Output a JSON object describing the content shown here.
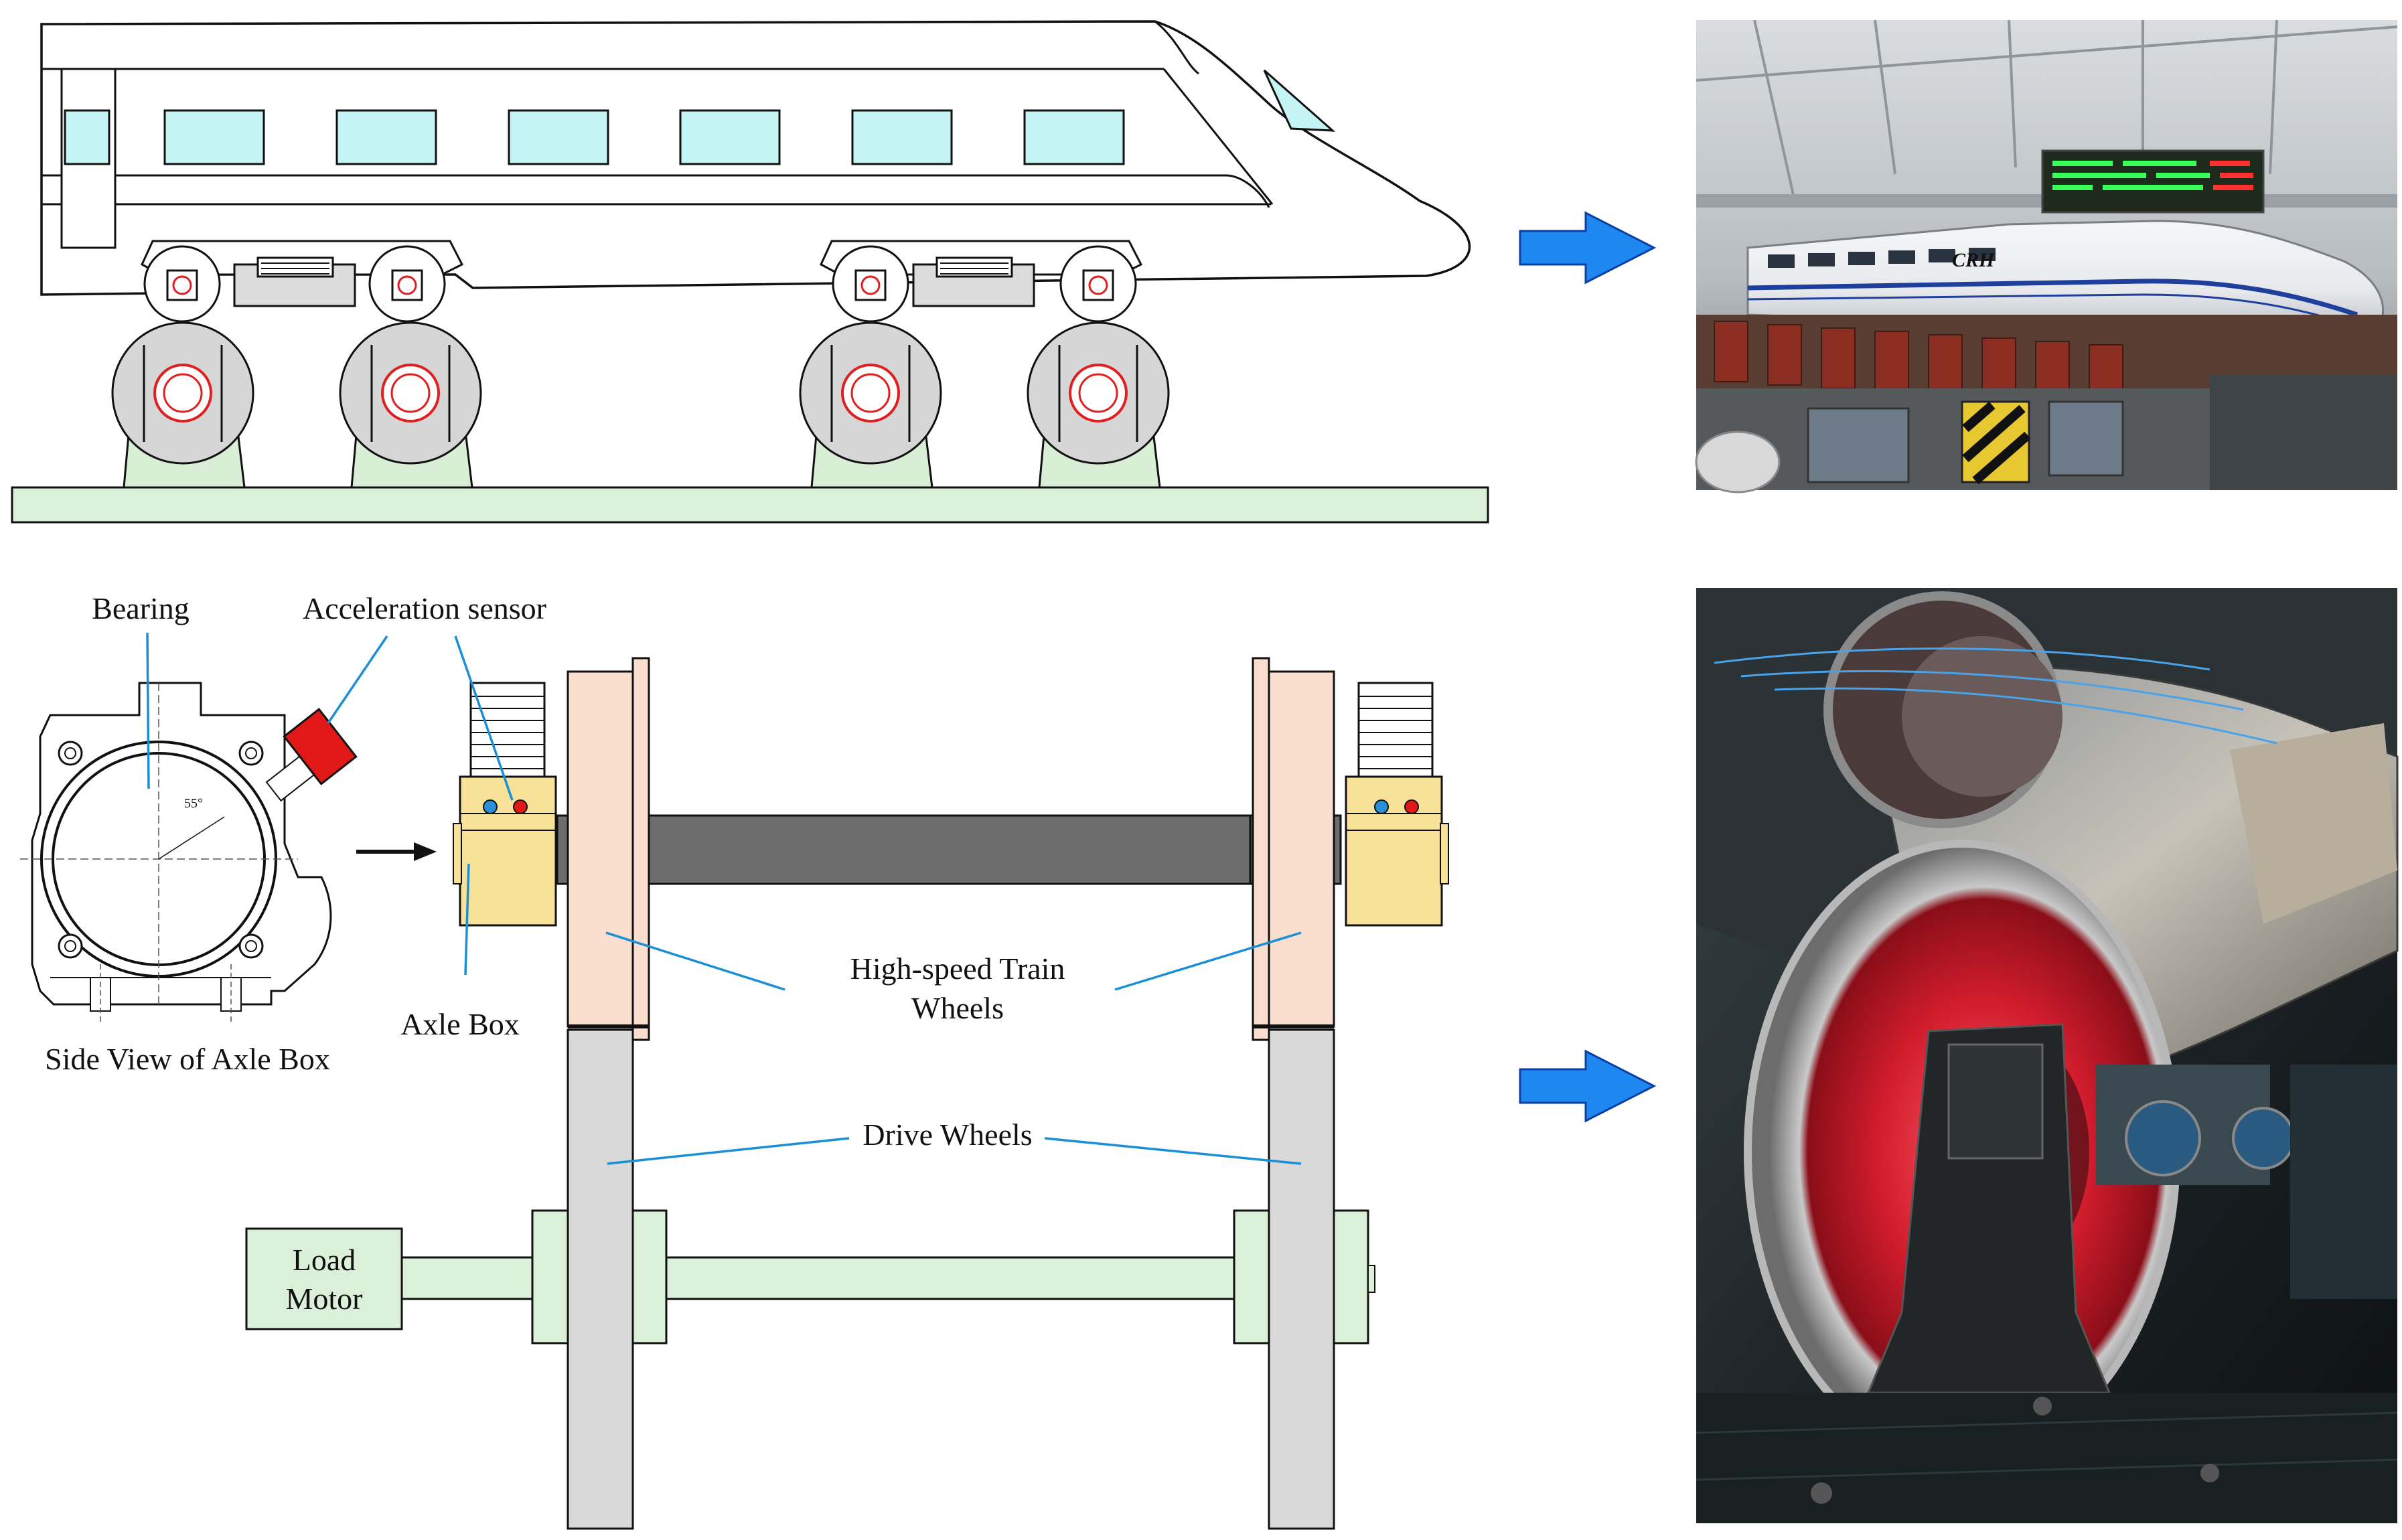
{
  "labels": {
    "bearing": "Bearing",
    "acceleration_sensor": "Acceleration sensor",
    "angle": "55°",
    "side_view": "Side View of Axle Box",
    "axle_box": "Axle Box",
    "train_wheels_line1": "High-speed Train",
    "train_wheels_line2": "Wheels",
    "drive_wheels": "Drive Wheels",
    "load_motor_line1": "Load",
    "load_motor_line2": "Motor"
  },
  "photos": {
    "top": {
      "display_text": "CRH",
      "description": "test rig with high-speed train car"
    },
    "bottom": {
      "description": "red wheel on drive roller test rig"
    }
  },
  "colors": {
    "outline": "#111111",
    "window": "#c4f4f4",
    "ground": "#daf0d8",
    "stand": "#d8efd6",
    "wheel": "#d6d6d6",
    "hub_red": "#e02020",
    "arrow_blue": "#1e88f0",
    "arrow_blue_dark": "#0a3fa8",
    "axle_box": "#f8e29a",
    "train_wheel": "#fadfce",
    "drive_wheel": "#d9d9d9",
    "axle": "#6c6c6c",
    "motor": "#daf0d8",
    "leader_line": "#1a8fd6",
    "sensor_red": "#e01818",
    "dot_blue": "#2a8fd8"
  }
}
